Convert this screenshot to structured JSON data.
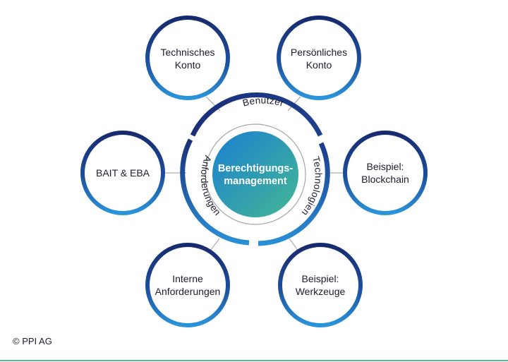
{
  "center": {
    "line1": "Berechtigungs-",
    "line2": "management"
  },
  "ring": {
    "top": "Benutzer",
    "right": "Technologien",
    "left": "Anforderungen"
  },
  "nodes": {
    "top_left": {
      "line1": "Technisches",
      "line2": "Konto"
    },
    "top_right": {
      "line1": "Persönliches",
      "line2": "Konto"
    },
    "left": {
      "line1": "BAIT & EBA"
    },
    "right": {
      "line1": "Beispiel:",
      "line2": "Blockchain"
    },
    "bottom_left": {
      "line1": "Interne",
      "line2": "Anforderungen"
    },
    "bottom_right": {
      "line1": "Beispiel:",
      "line2": "Werkzeuge"
    }
  },
  "copyright": "© PPI AG",
  "colors": {
    "ring_dark": "#1a2f78",
    "ring_mid": "#1f5aa8",
    "ring_light": "#2a8fd6",
    "center_from": "#1f8ad3",
    "center_to": "#3db59a",
    "connector": "#9a9a9a",
    "bottom_rule": "#5fb39c"
  }
}
